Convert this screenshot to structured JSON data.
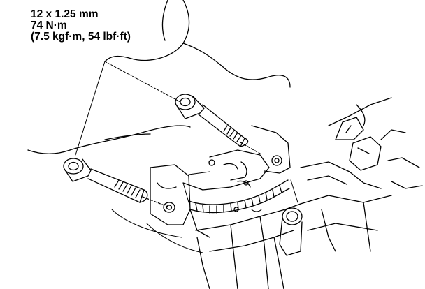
{
  "callout": {
    "size": "12 x 1.25 mm",
    "torque_nm": "74 N·m",
    "torque_alt": "(7.5 kgf·m, 54 lbf·ft)"
  },
  "colors": {
    "line": "#000000",
    "background": "#ffffff"
  }
}
